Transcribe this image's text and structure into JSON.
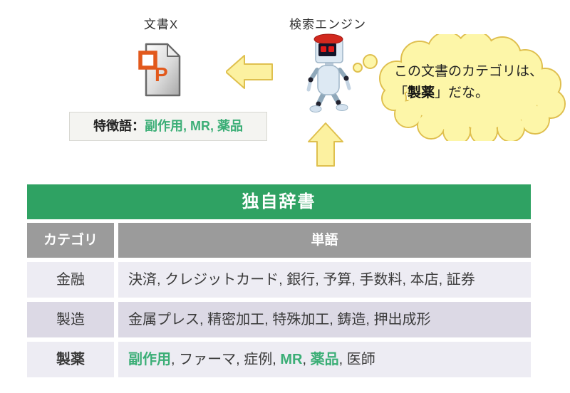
{
  "colors": {
    "table_green": "#2fa263",
    "highlight_green": "#3bae76",
    "header_gray": "#9b9b9b",
    "row_light": "#edecf3",
    "row_alt": "#dcd9e5",
    "arrow_fill": "#fcf1a0",
    "arrow_stroke": "#dfc04e",
    "bubble_fill": "#fdf6a8",
    "bubble_stroke": "#dfbf4e",
    "doc_orange": "#e2591c",
    "robot_red": "#d2281e"
  },
  "diagram": {
    "document_label": "文書X",
    "document_badge": "P",
    "engine_label": "検索エンジン",
    "thought": {
      "line1": "この文書のカテゴリは、",
      "line2_pre": "「",
      "line2_bold": "製薬",
      "line2_post": "」だな。"
    },
    "feature": {
      "label": "特徴語：",
      "words": "副作用, MR, 薬品"
    },
    "icons": {
      "document": "powerpoint-file-icon",
      "robot": "robot-search-engine-icon",
      "arrow_left": "arrow-left-icon",
      "arrow_up": "arrow-up-icon",
      "bubble": "thought-bubble"
    }
  },
  "table": {
    "title": "独自辞書",
    "headers": [
      "カテゴリ",
      "単語"
    ],
    "rows": [
      {
        "category": "金融",
        "highlight": false,
        "words": [
          {
            "t": "決済",
            "h": false
          },
          {
            "t": "クレジットカード",
            "h": false
          },
          {
            "t": "銀行",
            "h": false
          },
          {
            "t": "予算",
            "h": false
          },
          {
            "t": "手数料",
            "h": false
          },
          {
            "t": "本店",
            "h": false
          },
          {
            "t": "証券",
            "h": false
          }
        ]
      },
      {
        "category": "製造",
        "highlight": false,
        "words": [
          {
            "t": "金属プレス",
            "h": false
          },
          {
            "t": "精密加工",
            "h": false
          },
          {
            "t": "特殊加工",
            "h": false
          },
          {
            "t": "鋳造",
            "h": false
          },
          {
            "t": "押出成形",
            "h": false
          }
        ]
      },
      {
        "category": "製薬",
        "highlight": true,
        "words": [
          {
            "t": "副作用",
            "h": true
          },
          {
            "t": "ファーマ",
            "h": false
          },
          {
            "t": "症例",
            "h": false
          },
          {
            "t": "MR",
            "h": true
          },
          {
            "t": "薬品",
            "h": true
          },
          {
            "t": "医師",
            "h": false
          }
        ]
      }
    ]
  }
}
